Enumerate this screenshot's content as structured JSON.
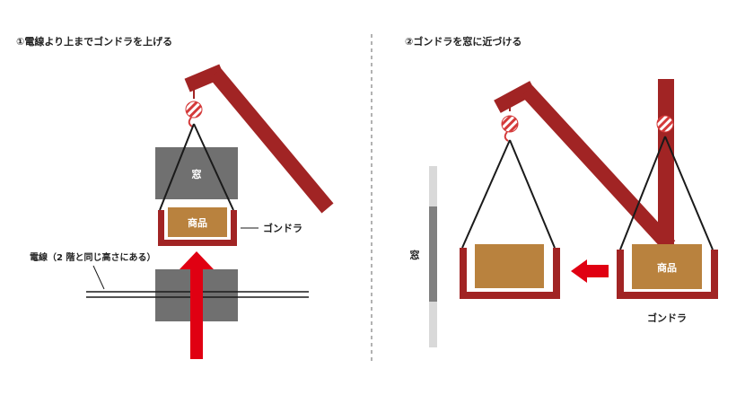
{
  "colors": {
    "crane": "#a12424",
    "arrow": "#e00012",
    "box_gray": "#707070",
    "goods": "#b9823e",
    "wire": "#1a1a1a",
    "window_frame": "#d9d9d9",
    "window_glass": "#808080"
  },
  "step1": {
    "heading": "①電線より上までゴンドラを上げる",
    "window_label": "窓",
    "goods_label": "商品",
    "gondola_label": "ゴンドラ",
    "wire_label": "電線（2 階と同じ高さにある）"
  },
  "step2": {
    "heading": "②ゴンドラを窓に近づける",
    "window_label": "窓",
    "goods_label": "商品",
    "gondola_label": "ゴンドラ"
  }
}
